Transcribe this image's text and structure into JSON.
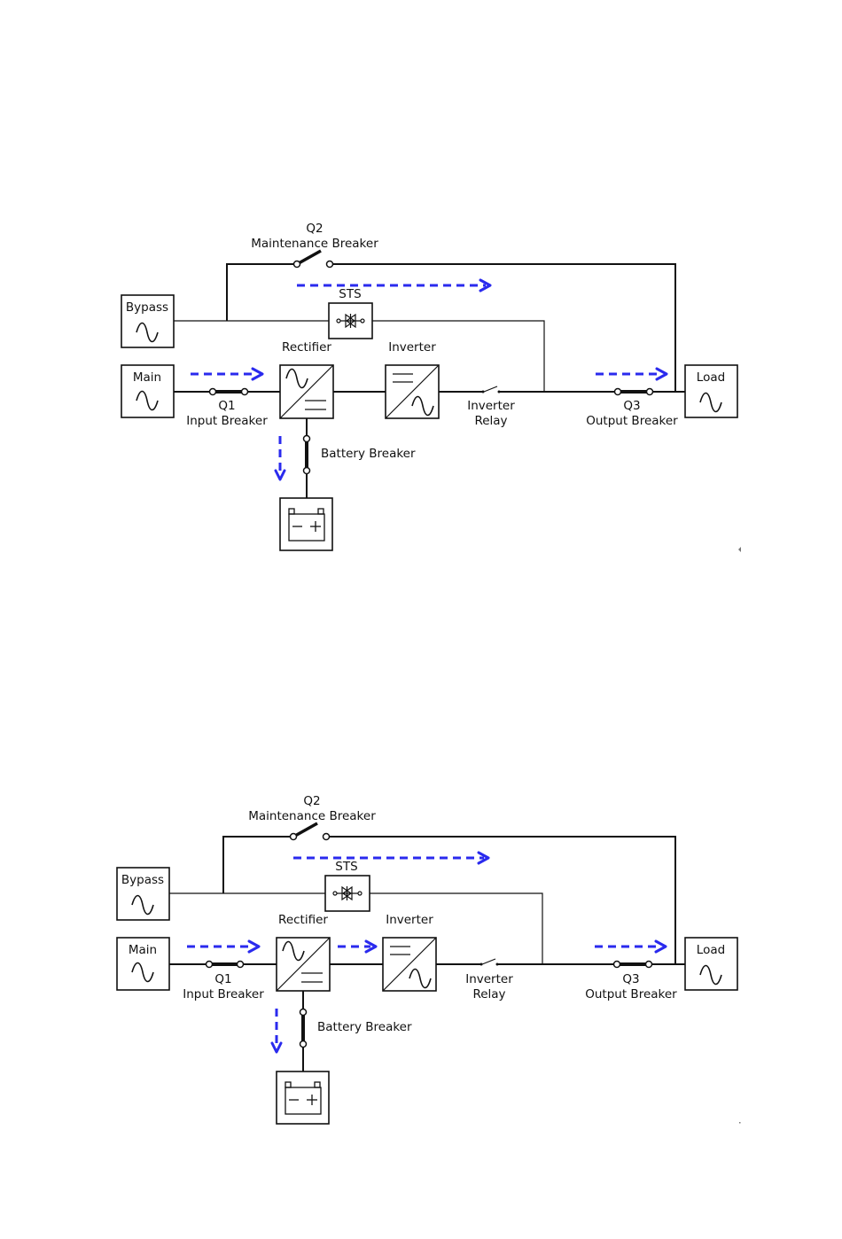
{
  "colors": {
    "flow_arrow": "#2a2aee",
    "line": "#111111"
  },
  "diagrams": [
    {
      "labels": {
        "q2_id": "Q2",
        "q2_name": "Maintenance Breaker",
        "sts": "STS",
        "bypass": "Bypass",
        "main": "Main",
        "rectifier": "Rectifier",
        "inverter": "Inverter",
        "q1_id": "Q1",
        "q1_name": "Input Breaker",
        "inv_relay_1": "Inverter",
        "inv_relay_2": "Relay",
        "q3_id": "Q3",
        "q3_name": "Output Breaker",
        "load": "Load",
        "battery_breaker": "Battery Breaker"
      },
      "flow_arrows": [
        "bypass-line",
        "main-to-rectifier",
        "rectifier-to-battery",
        "output-to-load"
      ]
    },
    {
      "labels": {
        "q2_id": "Q2",
        "q2_name": "Maintenance Breaker",
        "sts": "STS",
        "bypass": "Bypass",
        "main": "Main",
        "rectifier": "Rectifier",
        "inverter": "Inverter",
        "q1_id": "Q1",
        "q1_name": "Input Breaker",
        "inv_relay_1": "Inverter",
        "inv_relay_2": "Relay",
        "q3_id": "Q3",
        "q3_name": "Output Breaker",
        "load": "Load",
        "battery_breaker": "Battery Breaker"
      },
      "flow_arrows": [
        "bypass-line",
        "main-to-rectifier",
        "rectifier-to-inverter",
        "rectifier-to-battery",
        "output-to-load"
      ]
    }
  ]
}
